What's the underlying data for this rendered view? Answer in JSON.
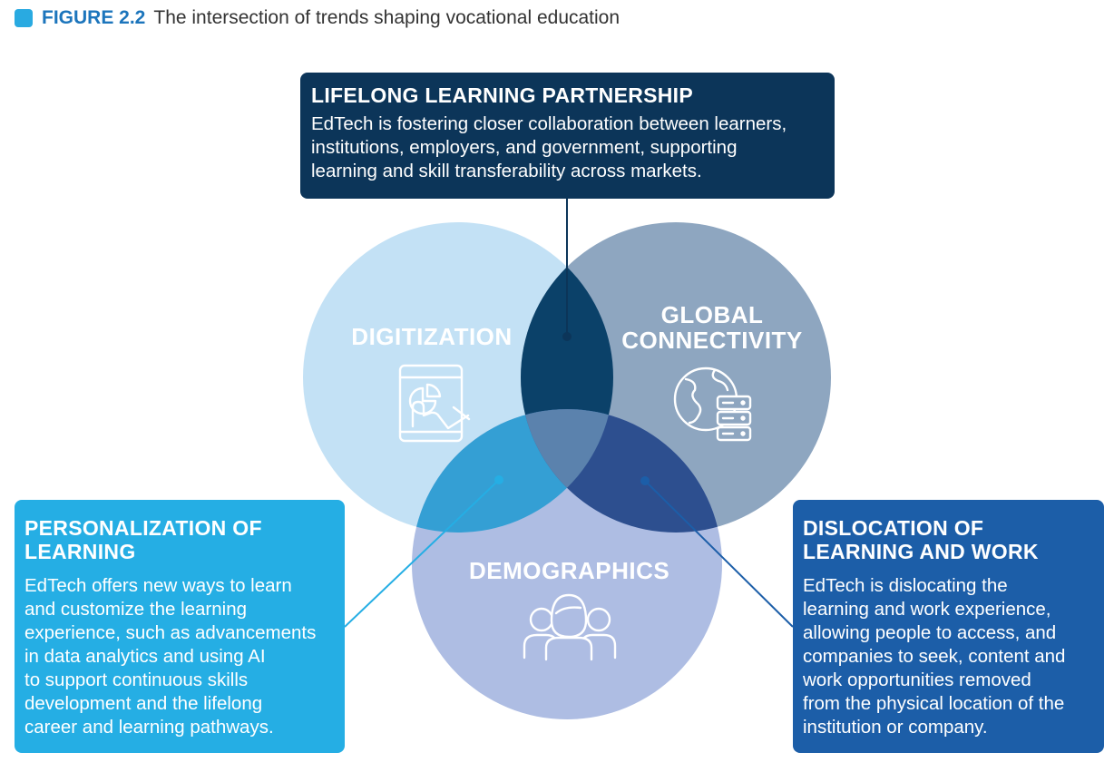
{
  "header": {
    "figure_label": "FIGURE 2.2",
    "title": "The intersection of trends shaping vocational education"
  },
  "circles": {
    "digitization": {
      "label": "DIGITIZATION",
      "icon": "tablet-chart-touch-icon",
      "color": "#c3e1f5"
    },
    "global": {
      "label": "GLOBAL\nCONNECTIVITY",
      "icon": "globe-server-icon",
      "color": "#8ea6c0"
    },
    "demographics": {
      "label": "DEMOGRAPHICS",
      "icon": "people-group-icon",
      "color": "#aebde3"
    }
  },
  "boxes": {
    "top": {
      "title": "LIFELONG LEARNING PARTNERSHIP",
      "body": "EdTech is fostering closer collaboration between learners,\ninstitutions, employers, and government, supporting\nlearning and skill transferability across markets.",
      "color": "#0c3559"
    },
    "left": {
      "title": "PERSONALIZATION OF\nLEARNING",
      "body": "EdTech offers new ways to learn\nand customize the learning\nexperience, such as advancements\nin data analytics and using AI\nto support continuous skills\ndevelopment and the lifelong\ncareer and learning pathways.",
      "color": "#25aee4"
    },
    "right": {
      "title": "DISLOCATION OF\nLEARNING AND WORK",
      "body": "EdTech is dislocating the\nlearning and work experience,\nallowing people to access, and\ncompanies to seek, content and\nwork opportunities removed\nfrom the physical location of the\ninstitution or company.",
      "color": "#1c5ea8"
    }
  }
}
